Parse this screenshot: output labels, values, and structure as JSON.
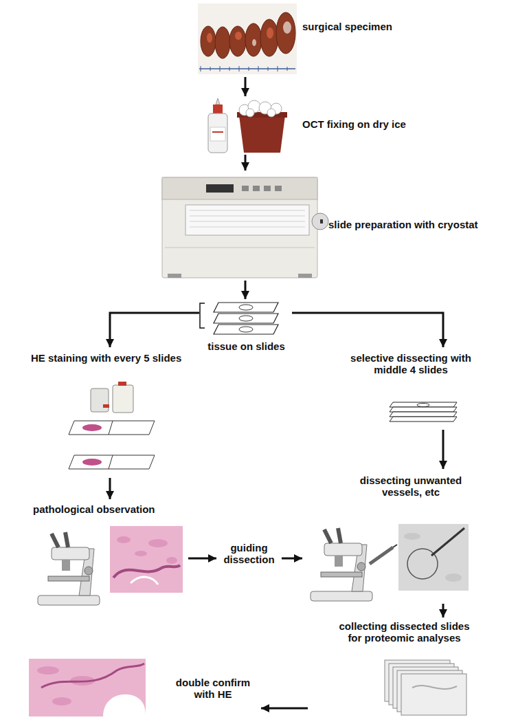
{
  "diagram": {
    "nodes": [
      {
        "text": [
          "surgical specimen"
        ]
      },
      {
        "text": [
          "OCT fixing on dry ice"
        ]
      },
      {
        "text": [
          "slide preparation with cryostat"
        ]
      },
      {
        "text": [
          "tissue on slides"
        ]
      },
      {
        "text": [
          "HE staining with every 5 slides"
        ]
      },
      {
        "text": [
          "selective dissecting with middle 4 slides"
        ]
      },
      {
        "text": [
          "pathological observation"
        ]
      },
      {
        "text": [
          "guiding dissection"
        ]
      },
      {
        "text": [
          "dissecting unwanted vessels, etc"
        ]
      },
      {
        "text": [
          "collecting dissected slides for proteomic analyses"
        ]
      },
      {
        "text": [
          "double confirm with HE"
        ]
      }
    ],
    "edges": [
      {
        "from": 0,
        "to": 1,
        "arrow": "to"
      },
      {
        "from": 1,
        "to": 2,
        "arrow": "to"
      },
      {
        "from": 2,
        "to": 3,
        "arrow": "to"
      },
      {
        "from": 3,
        "to": 4,
        "arrow": "to"
      },
      {
        "from": 3,
        "to": 5,
        "arrow": "to"
      },
      {
        "from": 4,
        "to": 6,
        "arrow": "to"
      },
      {
        "from": 5,
        "to": 8,
        "arrow": "to"
      },
      {
        "from": 6,
        "to": 7,
        "arrow": "to"
      },
      {
        "from": 7,
        "to": 8,
        "arrow": "to"
      },
      {
        "from": 8,
        "to": 9,
        "arrow": "to"
      },
      {
        "from": 9,
        "to": 10,
        "arrow": "to"
      }
    ]
  }
}
